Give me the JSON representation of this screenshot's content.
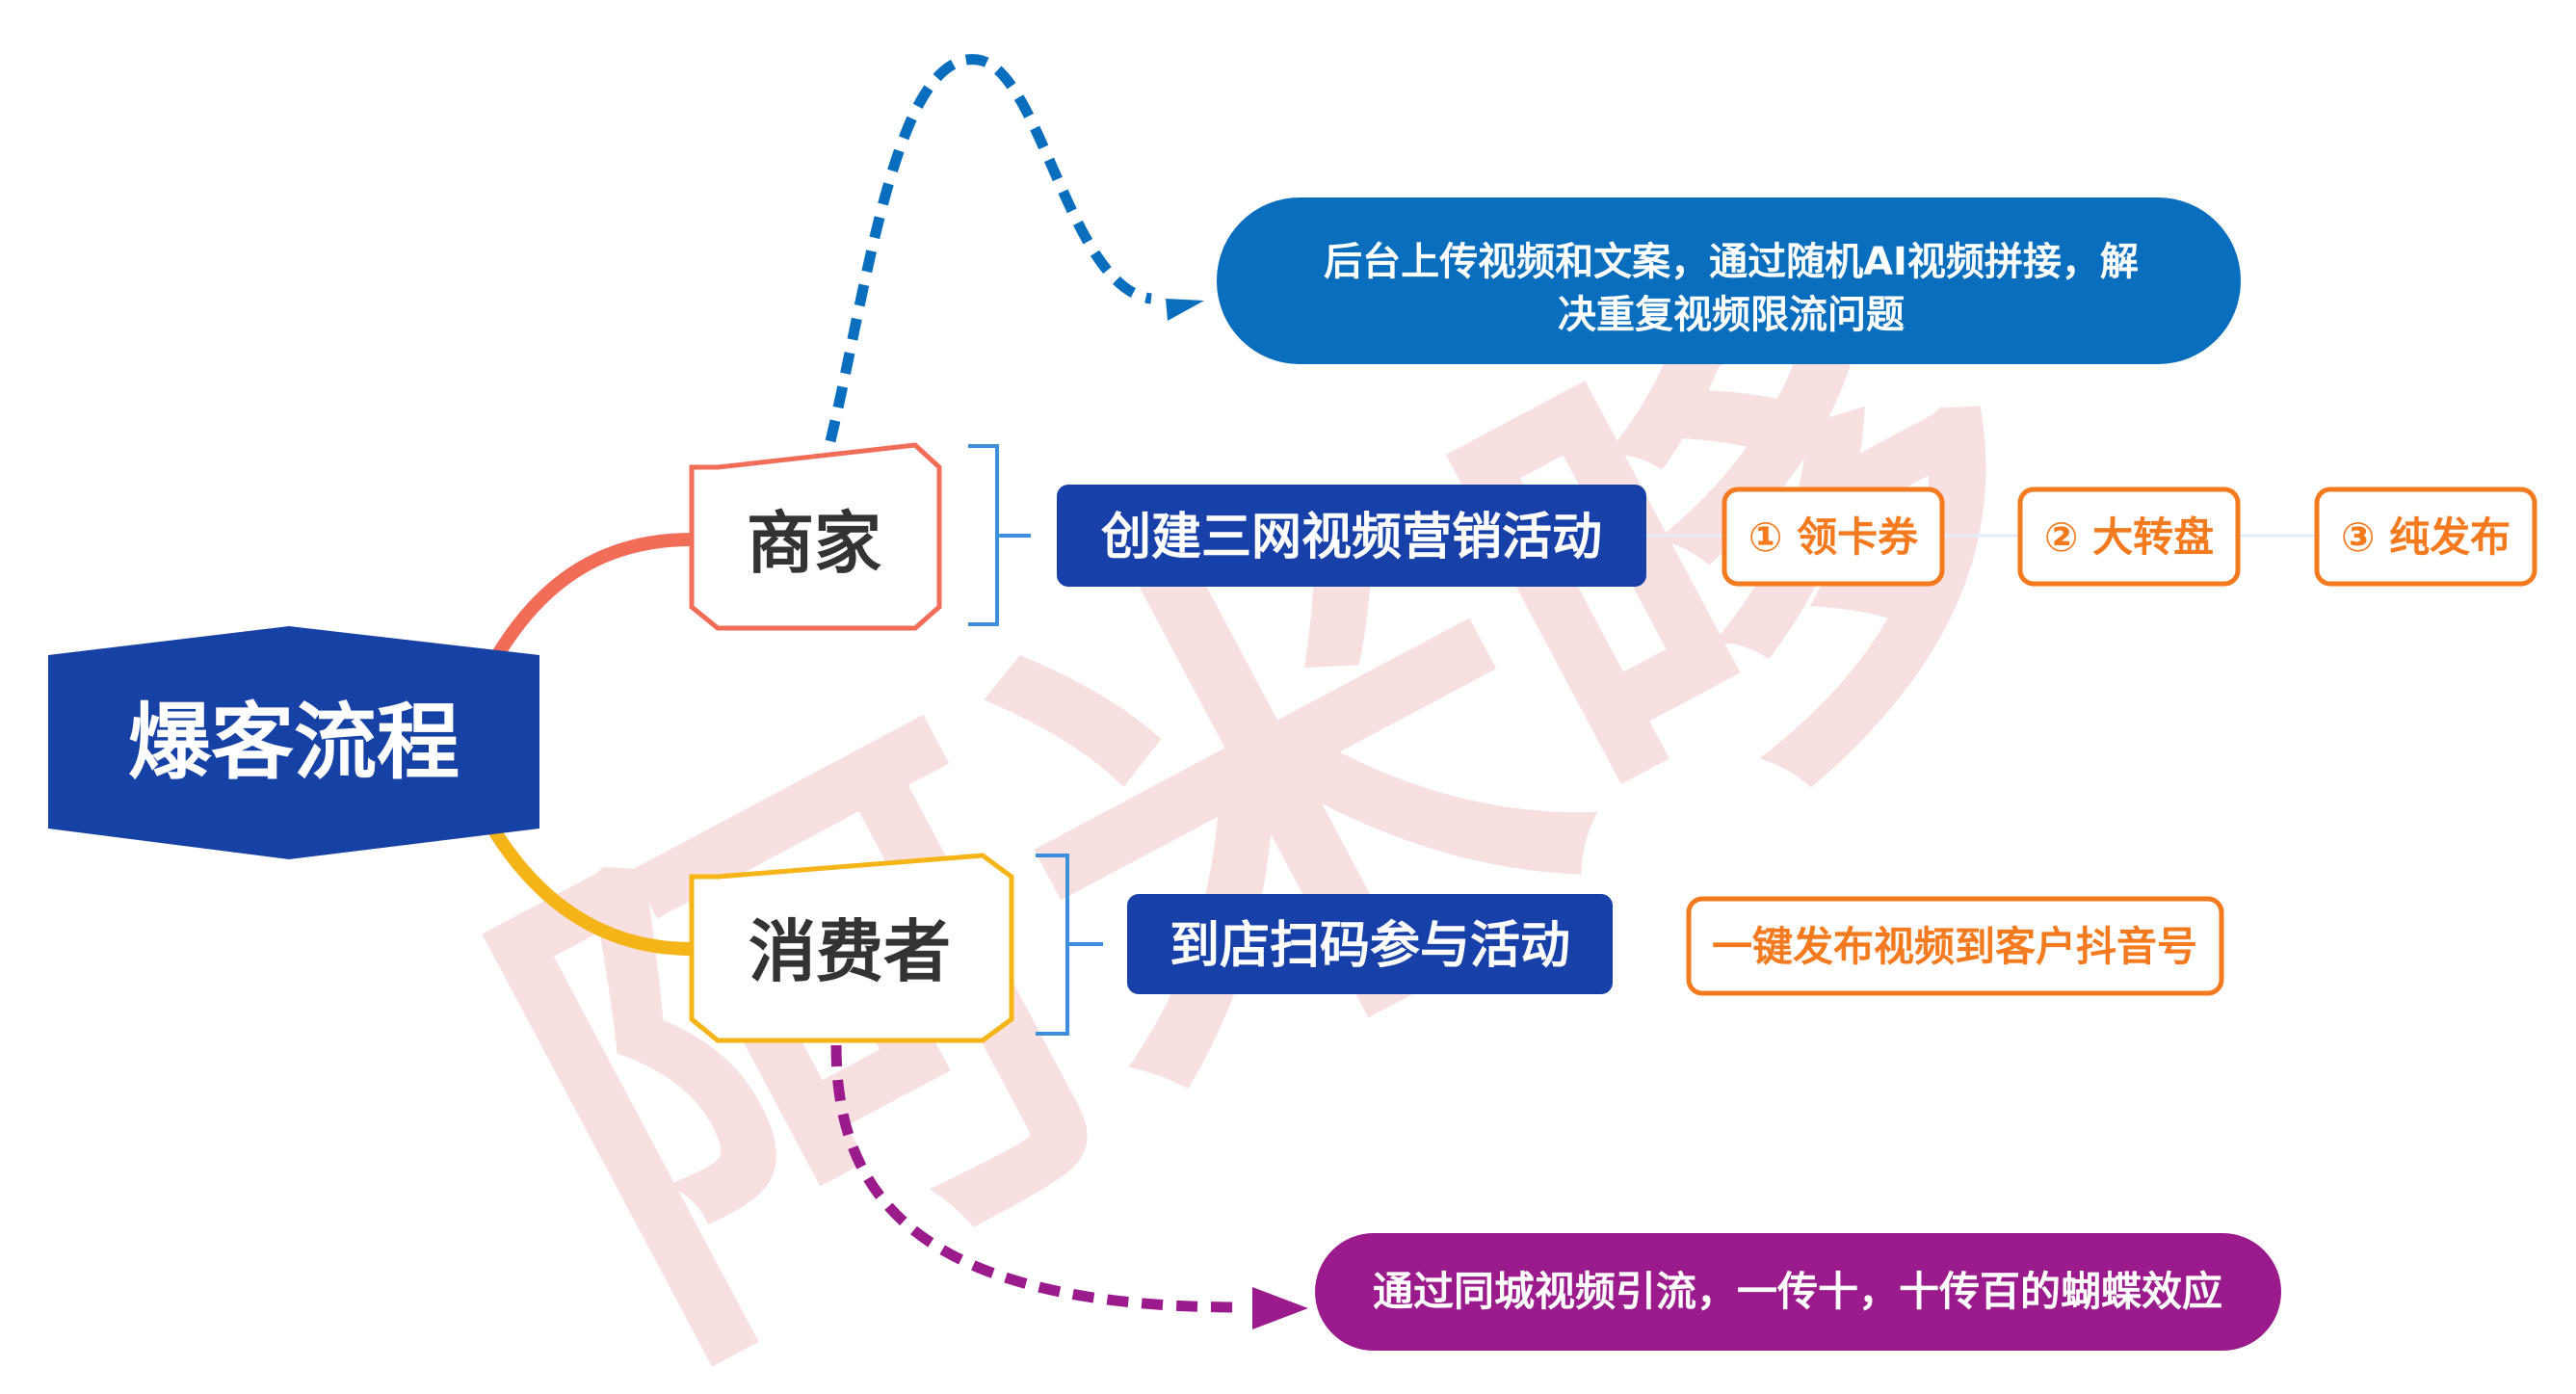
{
  "colors": {
    "root_fill": "#1742A5",
    "merchant_stroke": "#F26D57",
    "consumer_stroke": "#F5B417",
    "bracket": "#3E8FD9",
    "blue_box": "#1740A8",
    "orange": "#F47A1F",
    "top_note_fill": "#0A6EBE",
    "top_arrow": "#0A6EBE",
    "bottom_note_fill": "#9B1A8C",
    "bottom_arrow": "#9B1A8C",
    "watermark": "#F5C8C8",
    "text_dark": "#333333"
  },
  "root": {
    "label": "爆客流程"
  },
  "merchant": {
    "label": "商家",
    "activity": "创建三网视频营销活动",
    "options": [
      "① 领卡券",
      "② 大转盘",
      "③ 纯发布"
    ],
    "note_lines": [
      "后台上传视频和文案，通过随机AI视频拼接，解",
      "决重复视频限流问题"
    ]
  },
  "consumer": {
    "label": "消费者",
    "activity": "到店扫码参与活动",
    "result": "一键发布视频到客户抖音号",
    "note": "通过同城视频引流，一传十，十传百的蝴蝶效应"
  },
  "watermark": {
    "text": "阿米哆"
  }
}
